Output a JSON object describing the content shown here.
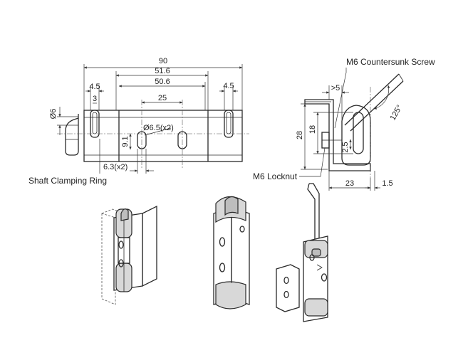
{
  "labels": {
    "countersunk_screw": "M6 Countersunk Screw",
    "locknut": "M6 Locknut",
    "clamping_ring": "Shaft Clamping Ring"
  },
  "dimensions": {
    "overall_length": "90",
    "outer_span": "51.6",
    "inner_span": "50.6",
    "hole_pitch": "25",
    "slot_width": "4.5",
    "slot_width_right": "4.5",
    "slot_inner": "3",
    "shaft_dia": "Ø6",
    "hole_dia": "Ø6.5(x2)",
    "hole_offset": "9.1",
    "slot_depth": "6.3(x2)",
    "gap": ">5",
    "angle": "125°",
    "height_outer": "28",
    "height_inner": "18",
    "thickness": "2.5",
    "depth": "23",
    "plate_thickness": "1.5"
  }
}
